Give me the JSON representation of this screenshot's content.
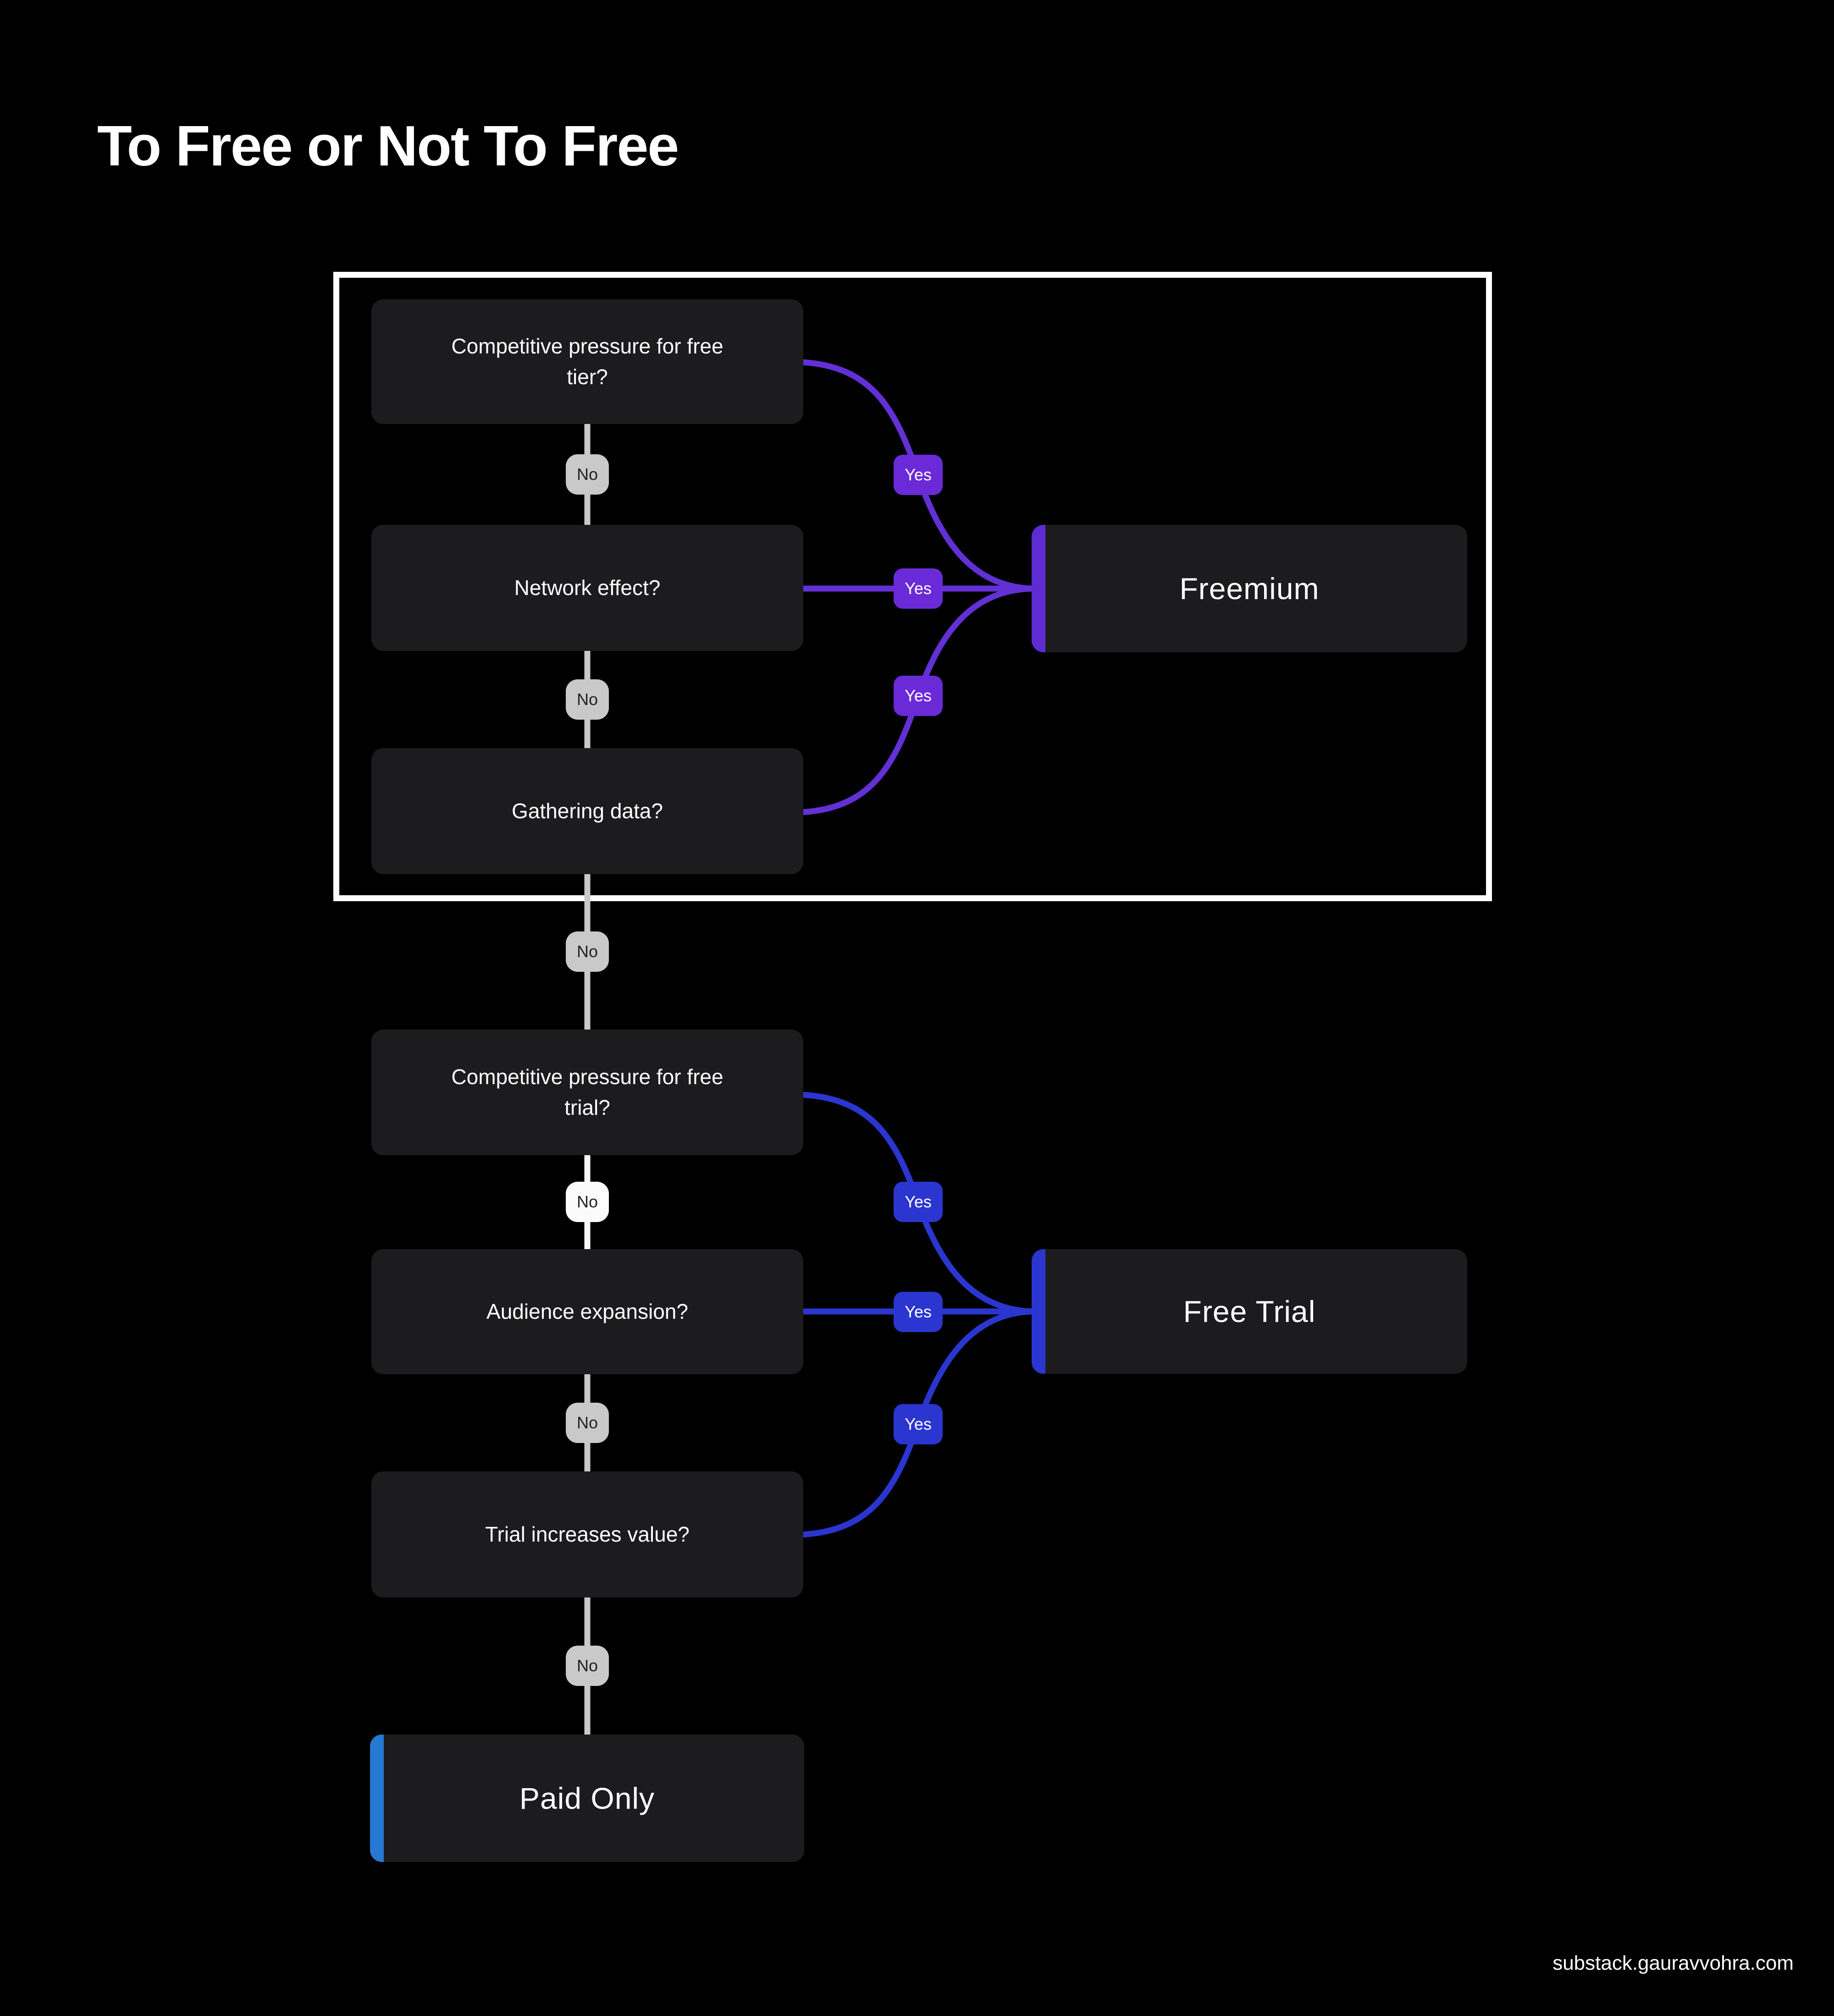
{
  "page": {
    "title": "To Free or Not To Free",
    "footer": "substack.gauravvohra.com"
  },
  "labels": {
    "yes": "Yes",
    "no": "No"
  },
  "questions": [
    {
      "text": "Competitive pressure for free tier?"
    },
    {
      "text": "Network effect?"
    },
    {
      "text": "Gathering data?"
    },
    {
      "text": "Competitive pressure for free trial?"
    },
    {
      "text": "Audience expansion?"
    },
    {
      "text": "Trial increases value?"
    }
  ],
  "results": [
    {
      "text": "Freemium",
      "accent": "#5e2bd2"
    },
    {
      "text": "Free Trial",
      "accent": "#2b36d0"
    },
    {
      "text": "Paid Only",
      "accent": "#2678d2"
    }
  ],
  "colors": {
    "background": "#000000",
    "box_fill": "#1c1c1e",
    "frame_border": "#ffffff",
    "purple_line": "#6230d4",
    "purple_badge": "#6b2ad8",
    "blue_line": "#2b36d0",
    "blue_badge": "#2b36d0",
    "paid_accent": "#2678d2",
    "gray_line": "#c9c9c9",
    "white_line": "#f7f7f7",
    "pill_gray": "#c9c9c9",
    "pill_white": "#fbfbfb"
  }
}
